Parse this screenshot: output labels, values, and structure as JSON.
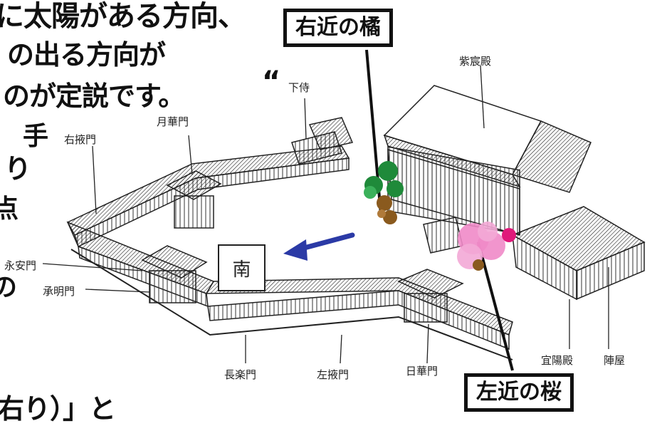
{
  "background_text": {
    "line1": "に太陽がある方向、",
    "line2": "の出る方向が",
    "line3": "のが定説です。",
    "quote": "“",
    "frag1": "手",
    "frag2": "り",
    "frag3": "点",
    "frag4": "の",
    "bottom": "右り）」と"
  },
  "labels": {
    "shishinden": "紫宸殿",
    "shimosamurai": "下侍",
    "gekkamon": "月華門",
    "uhyomon": "右掖門",
    "eianmon": "永安門",
    "shomeimon": "承明門",
    "chorakumon": "長楽門",
    "sayomon": "左掖門",
    "nikkamon": "日華門",
    "giyoden": "宜陽殿",
    "jinnoza": "陣屋"
  },
  "callouts": {
    "ukon": "右近の橘",
    "sakon": "左近の桜"
  },
  "direction": {
    "label": "南"
  },
  "colors": {
    "arrow": "#2b3aa6",
    "tachibana_leaf": "#1f8a3a",
    "tachibana_fruit": "#8a5a1e",
    "sakura": "#f08ac8",
    "sakura_deep": "#e0187a",
    "ink": "#111111"
  }
}
